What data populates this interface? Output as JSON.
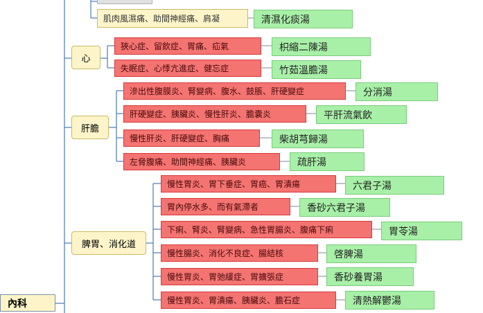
{
  "root": {
    "label": "內科"
  },
  "top_remnant": {
    "symptom": "肌肉風濕痛、助間神經痛、肩凝",
    "remedy": "清濕化痰湯"
  },
  "categories": {
    "heart": {
      "label": "心",
      "items": [
        {
          "symptom": "狹心症、留飲症、胃痛、疝氣",
          "remedy": "枳縮二陳湯"
        },
        {
          "symptom": "失眠症、心悸亢進症、健忘症",
          "remedy": "竹茹溫膽湯"
        }
      ]
    },
    "liver": {
      "label": "肝膽",
      "items": [
        {
          "symptom": "滲出性腹膜炎、腎變病、腹水、鼓脹、肝硬變症",
          "remedy": "分消湯"
        },
        {
          "symptom": "肝硬變症、胰臟炎、慢性肝炎、膽囊炎",
          "remedy": "平肝流氣飲"
        },
        {
          "symptom": "慢性肝炎、肝硬變症、胸痛",
          "remedy": "柴胡芎歸湯"
        },
        {
          "symptom": "左脅腹痛、助間神經痛、胰臟炎",
          "remedy": "疏肝湯"
        }
      ]
    },
    "spleen": {
      "label": "脾胃、消化道",
      "items": [
        {
          "symptom": "慢性胃炎、胃下垂症、胃癌、胃潰瘍",
          "remedy": "六君子湯"
        },
        {
          "symptom": "胃內停水多、而有氣滯者",
          "remedy": "香砂六君子湯"
        },
        {
          "symptom": "下痢、腎炎、腎變病、急性胃腸炎、腹痛下痢",
          "remedy": "胃苓湯"
        },
        {
          "symptom": "慢性腸炎、消化不良症、腸結核",
          "remedy": "啓脾湯"
        },
        {
          "symptom": "慢性胃炎、胃弛緩症、胃擴張症",
          "remedy": "香砂養胃湯"
        },
        {
          "symptom": "慢性胃炎、胃潰瘍、胰臟炎、膽石症",
          "remedy": "清熱解鬱湯"
        }
      ]
    }
  }
}
